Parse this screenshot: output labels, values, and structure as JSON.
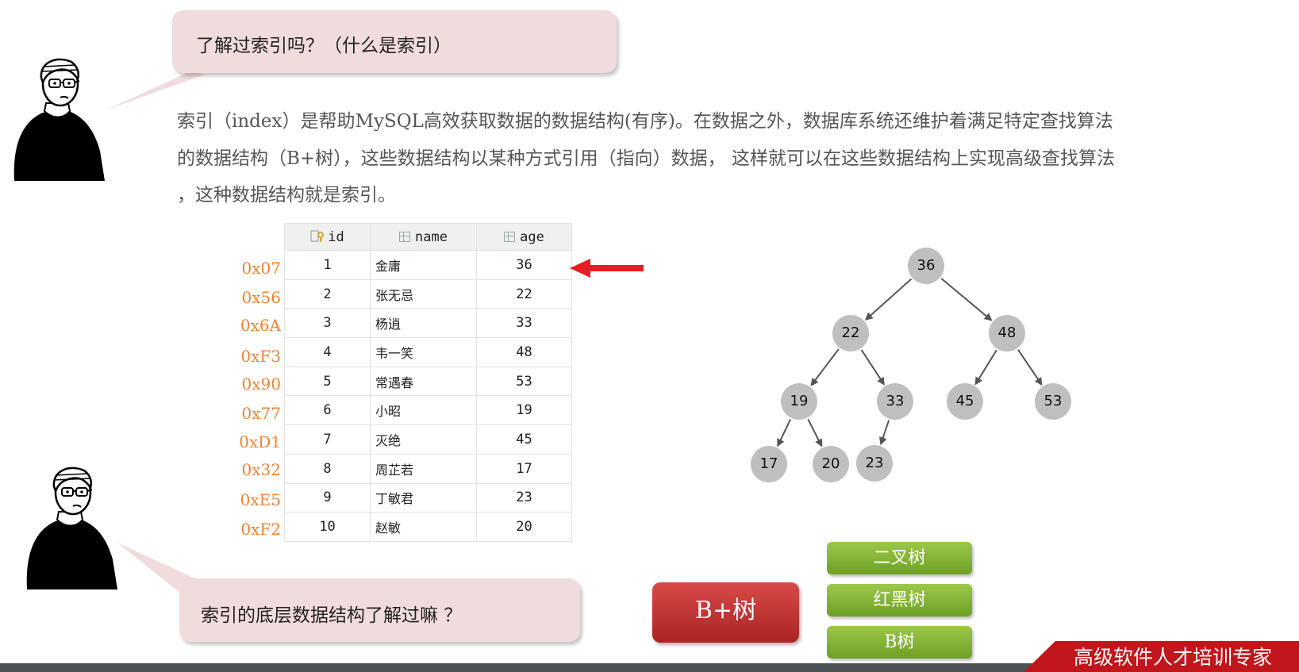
{
  "question1": "了解过索引吗？（什么是索引）",
  "paragraph": [
    "索引（index）是帮助MySQL高效获取数据的数据结构(有序)。在数据之外，数据库系统还维护着满足特定查找算法",
    "的数据结构（B+树），这些数据结构以某种方式引用（指向）数据，  这样就可以在这些数据结构上实现高级查找算法",
    "，这种数据结构就是索引。"
  ],
  "table": {
    "headers": [
      "id",
      "name",
      "age"
    ],
    "rows": [
      {
        "addr": "0x07",
        "id": "1",
        "name": "金庸",
        "age": "36"
      },
      {
        "addr": "0x56",
        "id": "2",
        "name": "张无忌",
        "age": "22"
      },
      {
        "addr": "0x6A",
        "id": "3",
        "name": "杨逍",
        "age": "33"
      },
      {
        "addr": "0xF3",
        "id": "4",
        "name": "韦一笑",
        "age": "48"
      },
      {
        "addr": "0x90",
        "id": "5",
        "name": "常遇春",
        "age": "53"
      },
      {
        "addr": "0x77",
        "id": "6",
        "name": "小昭",
        "age": "19"
      },
      {
        "addr": "0xD1",
        "id": "7",
        "name": "灭绝",
        "age": "45"
      },
      {
        "addr": "0x32",
        "id": "8",
        "name": "周芷若",
        "age": "17"
      },
      {
        "addr": "0xE5",
        "id": "9",
        "name": "丁敏君",
        "age": "23"
      },
      {
        "addr": "0xF2",
        "id": "10",
        "name": "赵敏",
        "age": "20"
      }
    ]
  },
  "tree": {
    "nodes": [
      "36",
      "22",
      "48",
      "19",
      "33",
      "45",
      "53",
      "17",
      "20",
      "23"
    ],
    "edges": [
      [
        "36",
        "22"
      ],
      [
        "36",
        "48"
      ],
      [
        "22",
        "19"
      ],
      [
        "22",
        "33"
      ],
      [
        "48",
        "45"
      ],
      [
        "48",
        "53"
      ],
      [
        "19",
        "17"
      ],
      [
        "19",
        "20"
      ],
      [
        "33",
        "23"
      ]
    ]
  },
  "question2": "索引的底层数据结构了解过嘛 ？",
  "buttons": {
    "bplus": "B+树",
    "binary": "二叉树",
    "redblack": "红黑树",
    "btree": "B树"
  },
  "footer": "高级软件人才培训专家",
  "colors": {
    "accent_red": "#c0161c",
    "address_orange": "#ee8332",
    "bubble_pink": "#f1dcdd",
    "button_green": "#7fb132",
    "node_gray": "#bfbfbf"
  }
}
